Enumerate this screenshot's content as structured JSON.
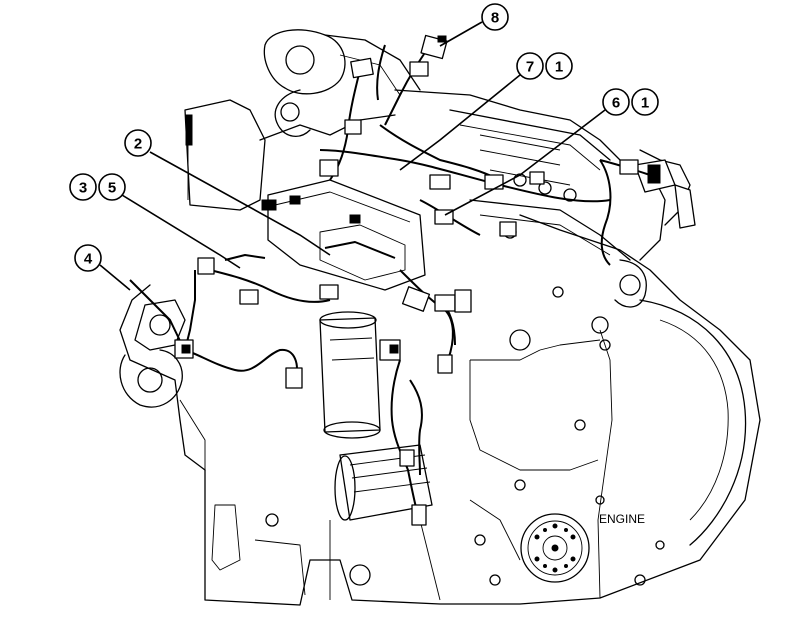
{
  "diagram": {
    "engine_label": "ENGINE",
    "callouts": [
      {
        "id": "callout-8",
        "labels": [
          "8"
        ]
      },
      {
        "id": "callout-7-1",
        "labels": [
          "7",
          "1"
        ]
      },
      {
        "id": "callout-6-1",
        "labels": [
          "6",
          "1"
        ]
      },
      {
        "id": "callout-2",
        "labels": [
          "2"
        ]
      },
      {
        "id": "callout-3-5",
        "labels": [
          "3",
          "5"
        ]
      },
      {
        "id": "callout-4",
        "labels": [
          "4"
        ]
      }
    ]
  }
}
